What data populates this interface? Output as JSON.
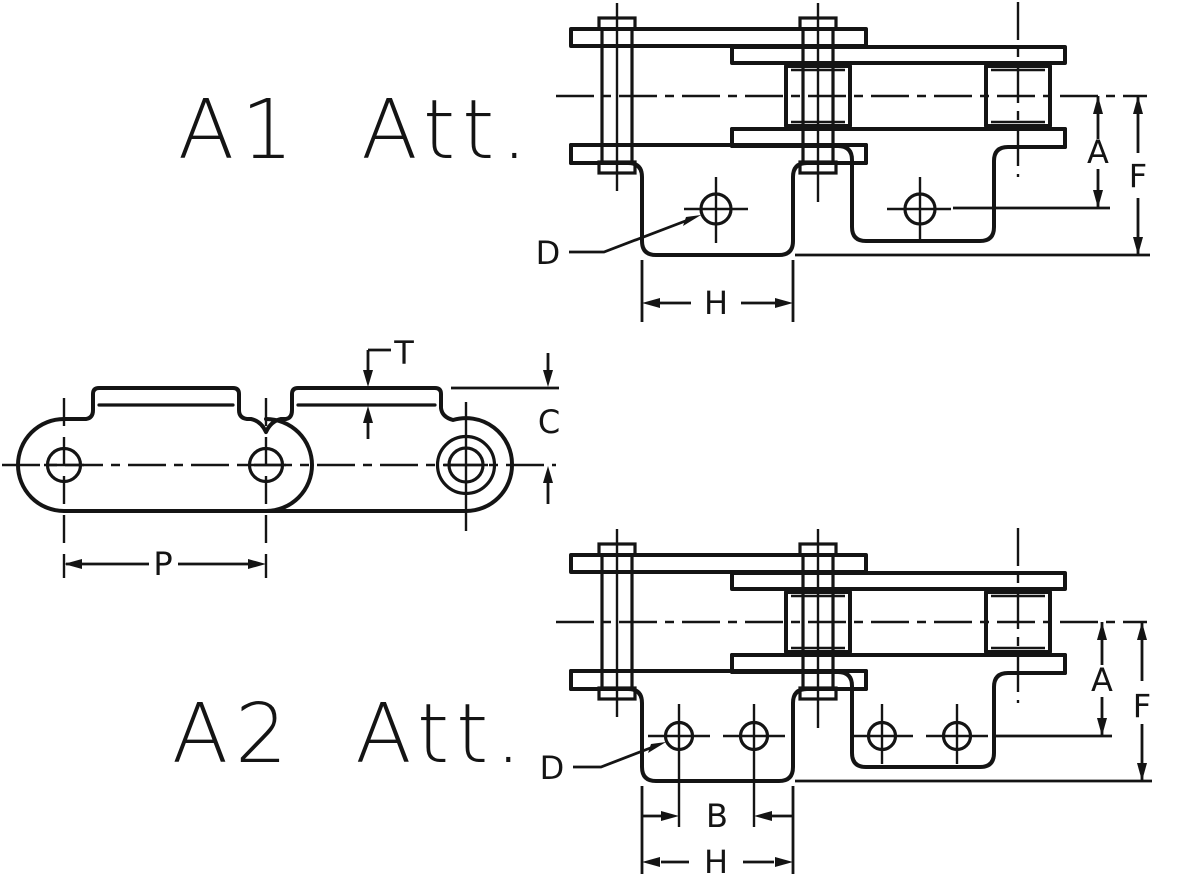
{
  "page": {
    "background": "#ffffff",
    "line_color": "#141414"
  },
  "titles": {
    "a1": "A1 Att.",
    "a2": "A2 Att."
  },
  "side_view": {
    "pitch": "P",
    "plate_thickness": "T",
    "attachment_height": "C"
  },
  "a1_view": {
    "hole_dia": "D",
    "slot_width": "H",
    "hole_height": "A",
    "overall_height": "F"
  },
  "a2_view": {
    "hole_dia": "D",
    "hole_spacing": "B",
    "slot_width": "H",
    "hole_height": "A",
    "overall_height": "F"
  }
}
